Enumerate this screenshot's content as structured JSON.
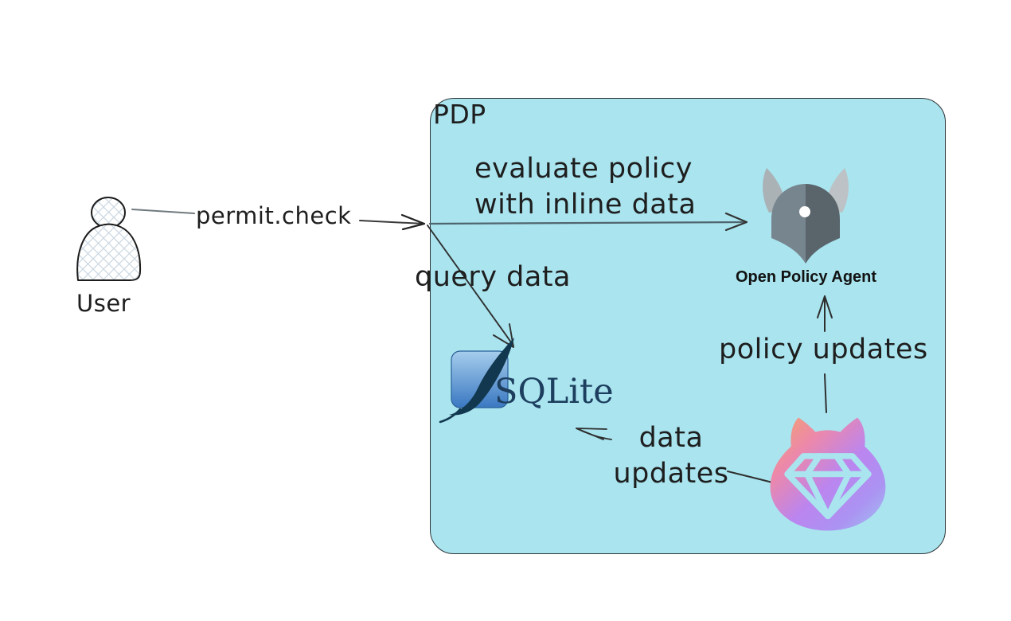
{
  "labels": {
    "user": "User",
    "permit_check": "permit.check",
    "pdp": "PDP",
    "evaluate": "evaluate policy\nwith inline data",
    "query_data": "query data",
    "opa": "Open Policy Agent",
    "policy_updates": "policy updates",
    "data_updates": "data\nupdates",
    "sqlite": "SQLite"
  },
  "colors": {
    "background": "#ffffff",
    "pdp_fill": "#a9e4ef",
    "pdp_border": "#2d3436",
    "arrow_dark": "#2f2f2f",
    "arrow_gray": "#50666f",
    "helmet_left": "#77858e",
    "helmet_right": "#59646b",
    "horn_left": "#aab2b6",
    "horn_right": "#bcc2c5",
    "helmet_dot": "#ffffff",
    "sqlite_feather": "#12384f",
    "sqlite_square_top": "#a6cdec",
    "sqlite_square_bottom": "#3a78c2",
    "sqlite_text": "#1d3e5e",
    "user_hatch": "#ccd7e2",
    "permit_gradient_orange": "#f3a469",
    "permit_gradient_pink": "#ec88ab",
    "permit_gradient_purple": "#bb85ef",
    "permit_gradient_violet": "#ab93f2",
    "permit_gradient_blue": "#a2c3f1"
  }
}
